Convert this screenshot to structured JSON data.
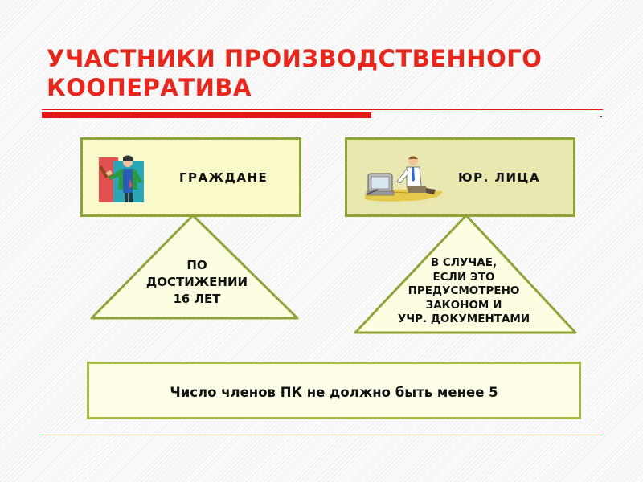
{
  "title": {
    "line1": "УЧАСТНИКИ ПРОИЗВОДСТВЕННОГО",
    "line2": "КООПЕРАТИВА"
  },
  "boxes": {
    "citizens": {
      "label": "ГРАЖДАНЕ",
      "icon": "worker-icon"
    },
    "legal": {
      "label": "ЮР. ЛИЦА",
      "icon": "office-worker-icon"
    }
  },
  "triangles": {
    "left": [
      "ПО",
      "ДОСТИЖЕНИИ",
      "16 ЛЕТ"
    ],
    "right": [
      "В СЛУЧАЕ,",
      "ЕСЛИ ЭТО",
      "ПРЕДУСМОТРЕНО",
      "ЗАКОНОМ И",
      "УЧР. ДОКУМЕНТАМИ"
    ]
  },
  "note": "Число членов ПК не должно быть менее 5",
  "colors": {
    "title": "#e8261c",
    "rule": "#e01a12",
    "border": "#8fa339",
    "box_light": "#f9f9c9",
    "box_dark": "#e8e8b0"
  }
}
